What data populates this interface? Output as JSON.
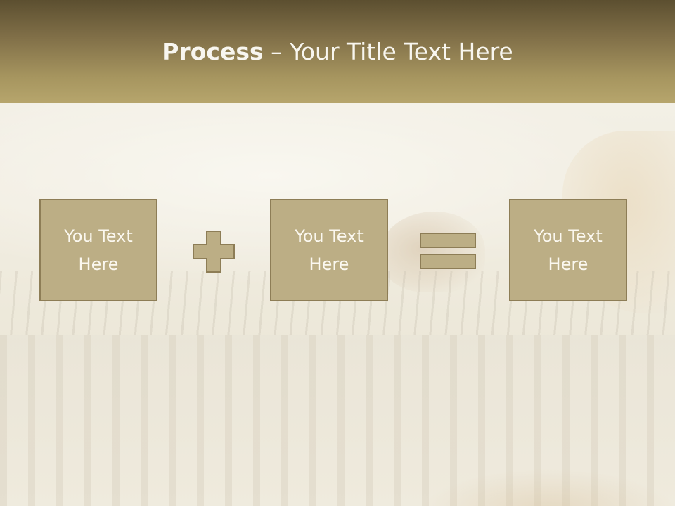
{
  "slide": {
    "title_bold": "Process",
    "title_separator": " – ",
    "title_rest": "Your Title Text Here",
    "boxes": [
      {
        "label": "You Text\nHere"
      },
      {
        "label": "You Text\nHere"
      },
      {
        "label": "You Text\nHere"
      }
    ],
    "operators": [
      "plus-icon",
      "equals-icon"
    ]
  },
  "colors": {
    "title_band_top": "#5c4f30",
    "title_band_bottom": "#b6a56c",
    "box_fill": "#bcae85",
    "box_border": "#8d7d56",
    "text_light": "#fbf8f0"
  }
}
